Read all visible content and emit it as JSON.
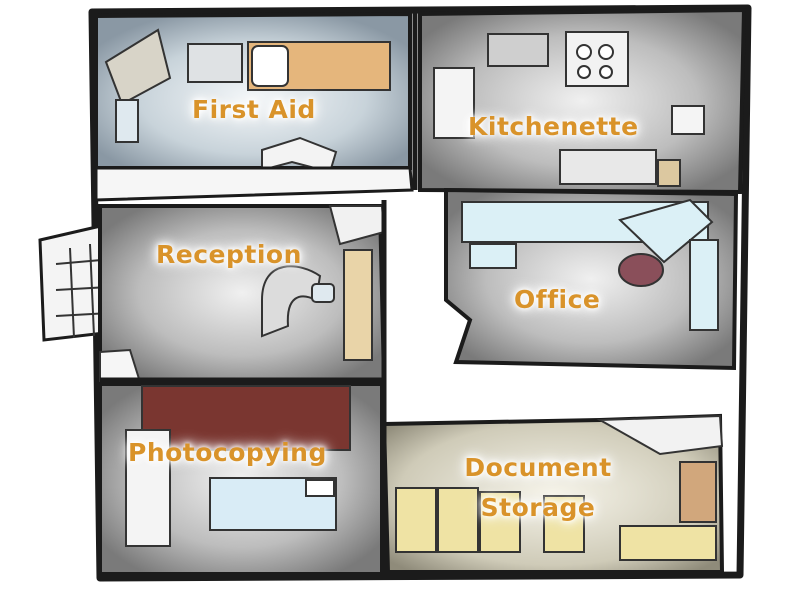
{
  "rooms": {
    "first_aid": {
      "label": "First Aid"
    },
    "kitchenette": {
      "label": "Kitchenette"
    },
    "reception": {
      "label": "Reception"
    },
    "office": {
      "label": "Office"
    },
    "photocopying": {
      "label": "Photocopying"
    },
    "document_storage": {
      "line1": "Document",
      "line2": "Storage"
    }
  }
}
